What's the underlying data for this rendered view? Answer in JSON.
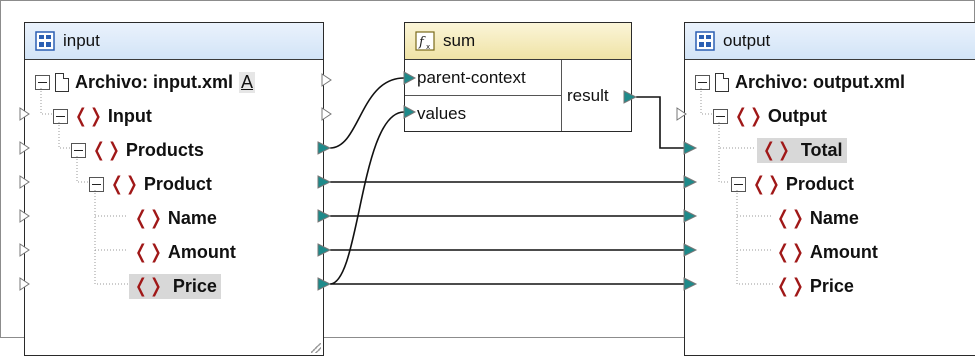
{
  "input_component": {
    "title": "input",
    "file_label": "Archivo: input.xml",
    "file_suffix": "A",
    "nodes": [
      "Input",
      "Products",
      "Product",
      "Name",
      "Amount",
      "Price"
    ]
  },
  "function_component": {
    "title": "sum",
    "inputs": [
      "parent-context",
      "values"
    ],
    "output": "result"
  },
  "output_component": {
    "title": "output",
    "file_label": "Archivo: output.xml",
    "nodes": [
      "Output",
      "Total",
      "Product",
      "Name",
      "Amount",
      "Price"
    ]
  },
  "icons": {
    "component_icon": "xml-schema-component-icon",
    "function_icon": "function-icon",
    "file_icon": "file-icon",
    "element_icon": "element-brackets-icon"
  },
  "colors": {
    "connected_port": "#1e8a8a",
    "element_icon": "#a01818",
    "input_header": "#d2e4f7",
    "function_header": "#efe3a6"
  }
}
